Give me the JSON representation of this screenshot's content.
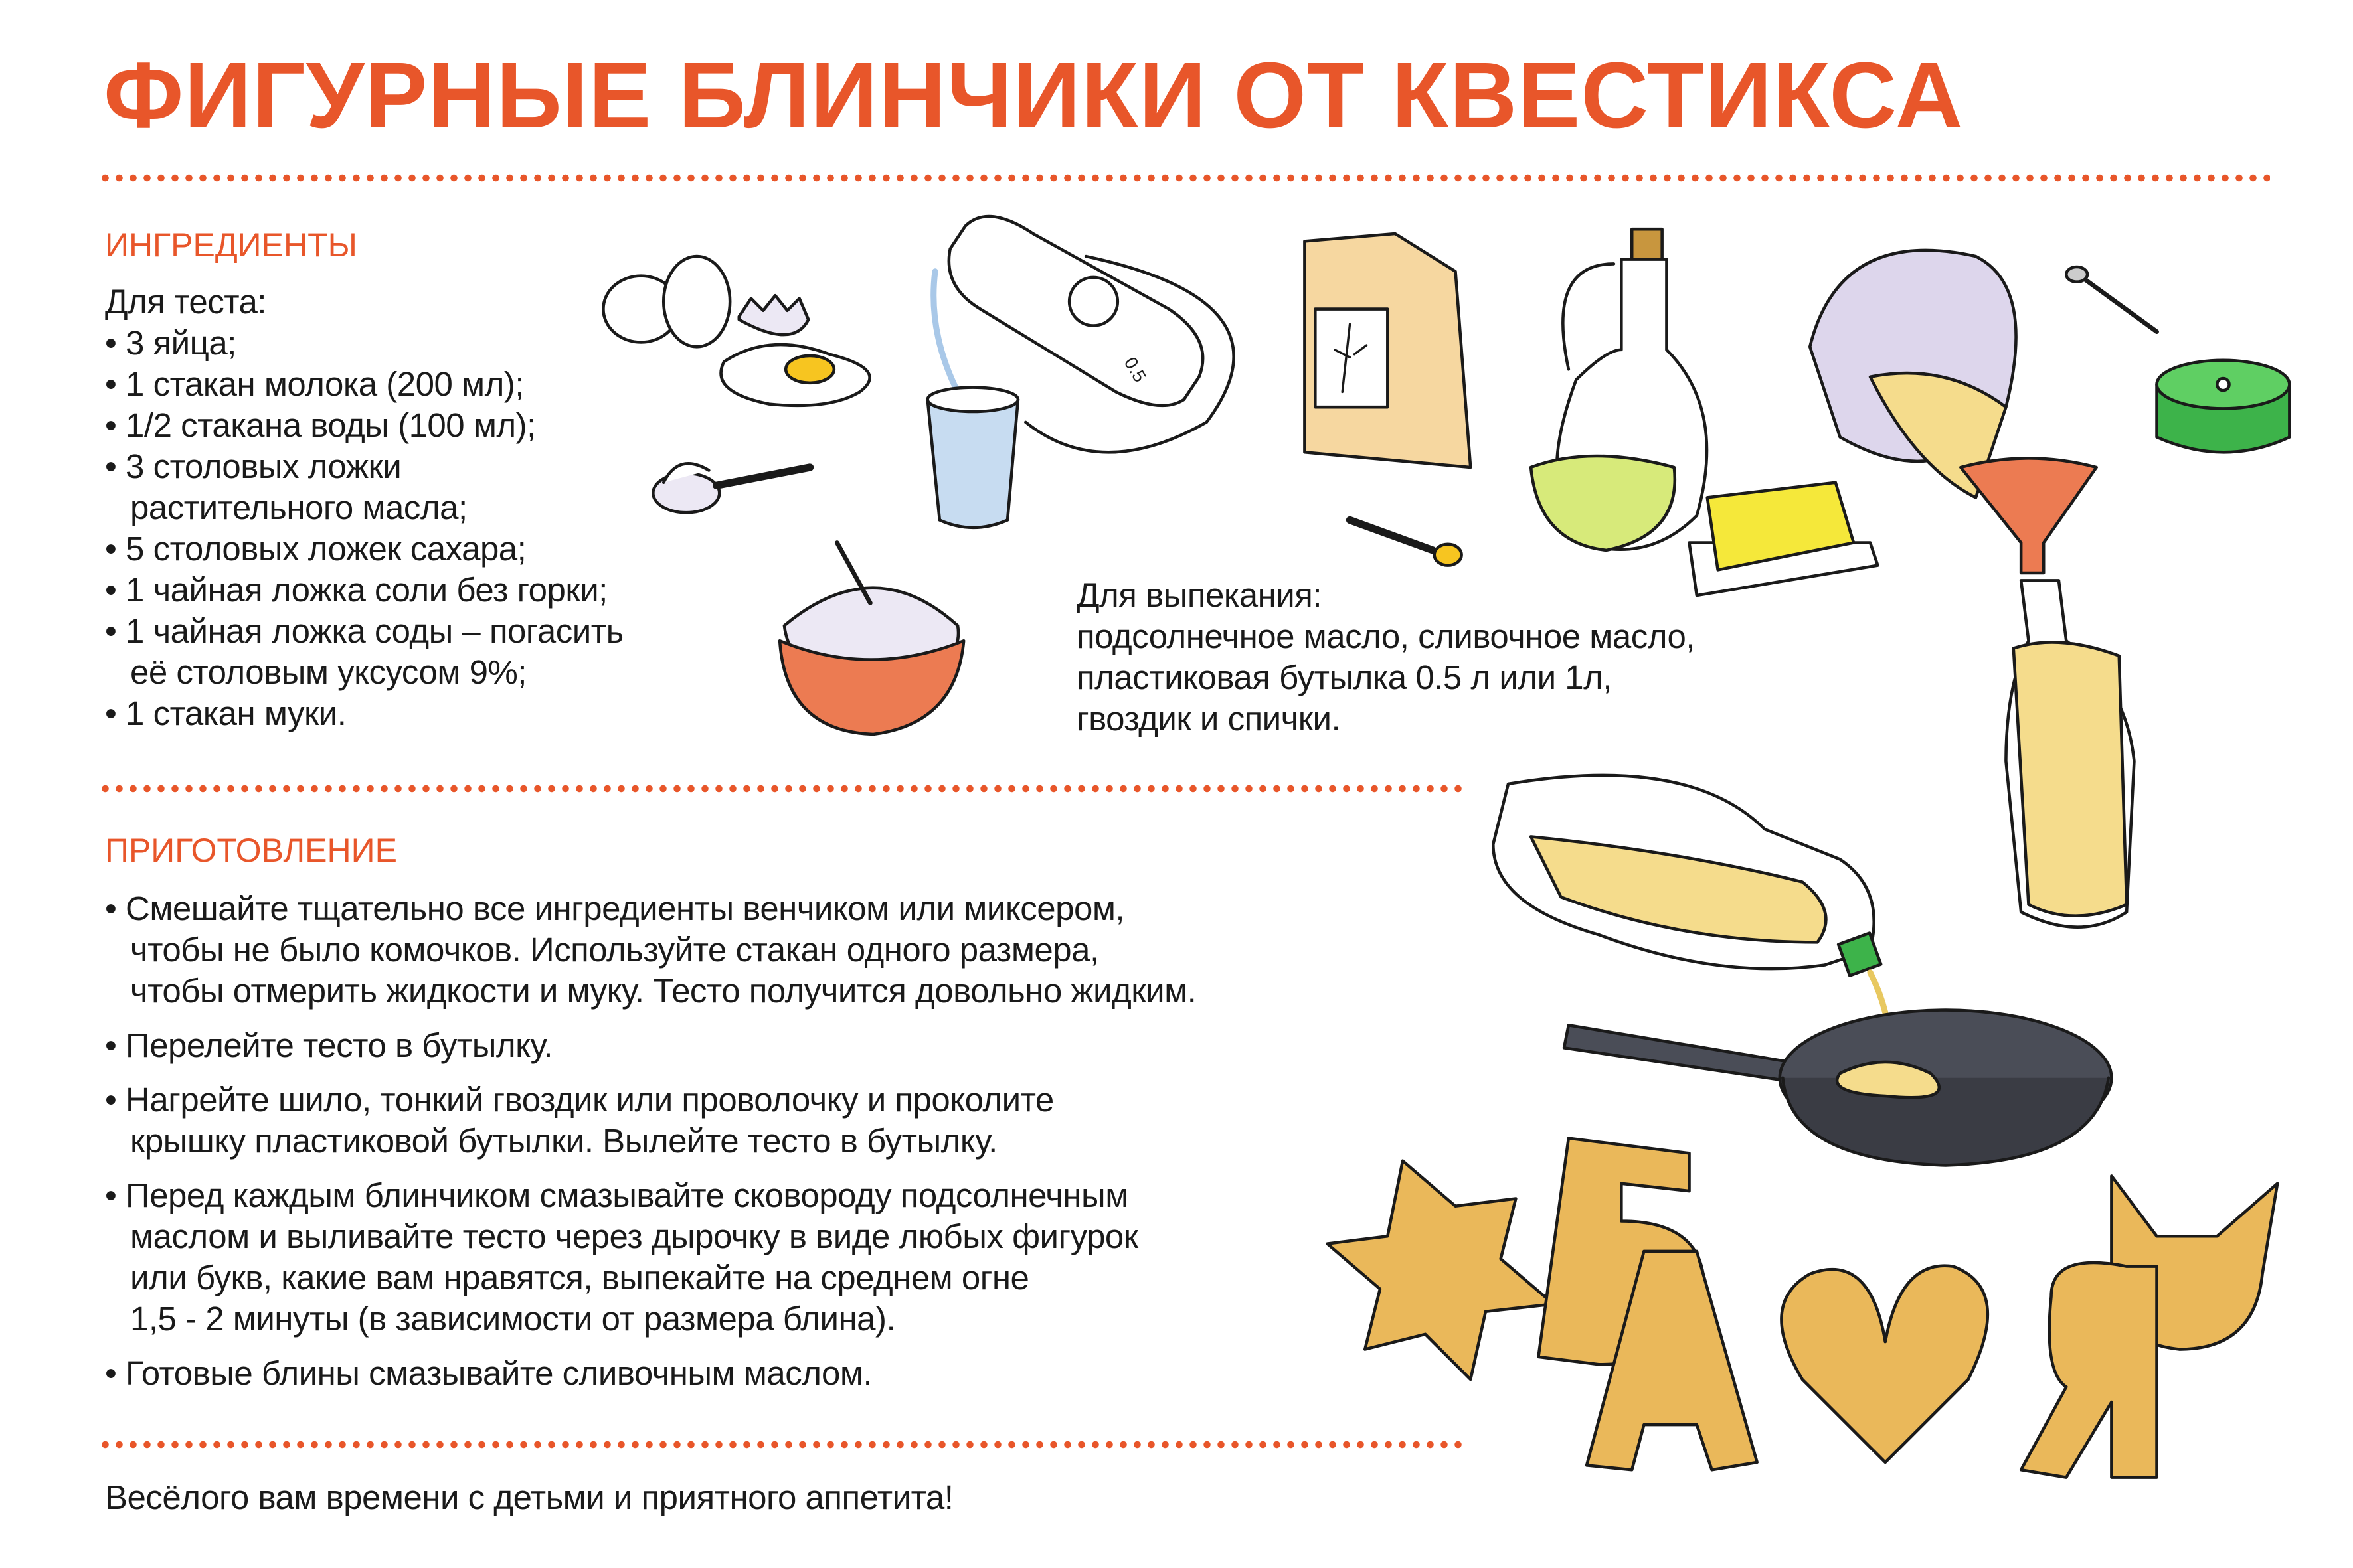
{
  "title": "ФИГУРНЫЕ БЛИНЧИКИ ОТ КВЕСТИКСА",
  "ingredients": {
    "heading": "ИНГРЕДИЕНТЫ",
    "dough_label": "Для теста:",
    "items": [
      "3 яйца;",
      "1 стакан молока (200 мл);",
      "1/2 стакана воды (100 мл);",
      "3 столовых ложки растительного масла;",
      "5 столовых ложек сахара;",
      "1 чайная ложка соли без горки;",
      "1 чайная ложка соды – погасить её столовым уксусом 9%;",
      "1 стакан муки."
    ],
    "item_lines": {
      "i3a": "3 столовых ложки",
      "i3b": "растительного масла;",
      "i6a": "1 чайная ложка соды – погасить",
      "i6b": "её столовым уксусом 9%;"
    },
    "baking_label": "Для выпекания:",
    "baking_lines": [
      "подсолнечное масло, сливочное масло,",
      "пластиковая бутылка 0.5 л или 1л,",
      "гвоздик и спички."
    ]
  },
  "preparation": {
    "heading": "ПРИГОТОВЛЕНИЕ",
    "steps": [
      [
        "Смешайте тщательно все ингредиенты венчиком или миксером,",
        "чтобы не было комочков. Используйте стакан одного размера,",
        "чтобы отмерить жидкости и муку. Тесто получится довольно жидким."
      ],
      [
        "Перелейте тесто в бутылку."
      ],
      [
        "Нагрейте шило, тонкий гвоздик или проволочку и проколите",
        "крышку пластиковой бутылки. Вылейте тесто в бутылку."
      ],
      [
        "Перед каждым блинчиком смазывайте сковороду подсолнечным",
        "маслом и выливайте тесто через дырочку в виде любых фигурок",
        "или букв, какие вам нравятся, выпекайте на среднем огне",
        "1,5 - 2 минуты (в зависимости от размера блина)."
      ],
      [
        "Готовые блины смазывайте сливочным маслом."
      ]
    ]
  },
  "footer": "Весёлого вам времени с детьми и приятного аппетита!",
  "illustration_labels": {
    "milk_bottle": "0.5"
  },
  "colors": {
    "accent": "#e8562a",
    "text": "#1a1a1a",
    "batter": "#f5dc8c",
    "pancake": "#eab85a",
    "lavender": "#ddd6ec",
    "oil": "#d7ea7a",
    "butter": "#f5e83a",
    "cap": "#3db34a"
  }
}
